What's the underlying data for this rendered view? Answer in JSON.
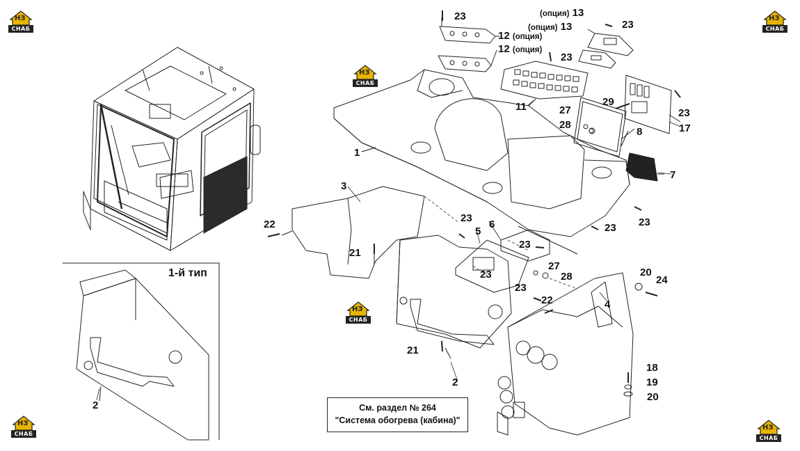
{
  "logo": {
    "mark": "НЗ",
    "tag": "СНАБ"
  },
  "type_label": "1-й тип",
  "reference": {
    "line1": "См. раздел № 264",
    "line2": "\"Система обогрева (кабина)\""
  },
  "callouts": [
    {
      "id": "c23a",
      "num": "23",
      "opt": ""
    },
    {
      "id": "c13a",
      "num": "13",
      "opt": "(опция)"
    },
    {
      "id": "c13b",
      "num": "13",
      "opt": "(опция)"
    },
    {
      "id": "c23b",
      "num": "23",
      "opt": ""
    },
    {
      "id": "c12a",
      "num": "12",
      "opt": "(опция)"
    },
    {
      "id": "c12b",
      "num": "12",
      "opt": "(опция)"
    },
    {
      "id": "c23c",
      "num": "23",
      "opt": ""
    },
    {
      "id": "c11",
      "num": "11",
      "opt": ""
    },
    {
      "id": "c29",
      "num": "29",
      "opt": ""
    },
    {
      "id": "c23d",
      "num": "23",
      "opt": ""
    },
    {
      "id": "c27a",
      "num": "27",
      "opt": ""
    },
    {
      "id": "c17",
      "num": "17",
      "opt": ""
    },
    {
      "id": "c28a",
      "num": "28",
      "opt": ""
    },
    {
      "id": "c8",
      "num": "8",
      "opt": ""
    },
    {
      "id": "c1",
      "num": "1",
      "opt": ""
    },
    {
      "id": "c7",
      "num": "7",
      "opt": ""
    },
    {
      "id": "c3",
      "num": "3",
      "opt": ""
    },
    {
      "id": "c23e",
      "num": "23",
      "opt": ""
    },
    {
      "id": "c23f",
      "num": "23",
      "opt": ""
    },
    {
      "id": "c22a",
      "num": "22",
      "opt": ""
    },
    {
      "id": "c23g",
      "num": "23",
      "opt": ""
    },
    {
      "id": "c6",
      "num": "6",
      "opt": ""
    },
    {
      "id": "c5",
      "num": "5",
      "opt": ""
    },
    {
      "id": "c23h",
      "num": "23",
      "opt": ""
    },
    {
      "id": "c21a",
      "num": "21",
      "opt": ""
    },
    {
      "id": "c23i",
      "num": "23",
      "opt": ""
    },
    {
      "id": "c27b",
      "num": "27",
      "opt": ""
    },
    {
      "id": "c28b",
      "num": "28",
      "opt": ""
    },
    {
      "id": "c20a",
      "num": "20",
      "opt": ""
    },
    {
      "id": "c24",
      "num": "24",
      "opt": ""
    },
    {
      "id": "c23j",
      "num": "23",
      "opt": ""
    },
    {
      "id": "c4",
      "num": "4",
      "opt": ""
    },
    {
      "id": "c22b",
      "num": "22",
      "opt": ""
    },
    {
      "id": "c21b",
      "num": "21",
      "opt": ""
    },
    {
      "id": "c18",
      "num": "18",
      "opt": ""
    },
    {
      "id": "c2a",
      "num": "2",
      "opt": ""
    },
    {
      "id": "c19",
      "num": "19",
      "opt": ""
    },
    {
      "id": "c20b",
      "num": "20",
      "opt": ""
    },
    {
      "id": "c2b",
      "num": "2",
      "opt": ""
    }
  ]
}
